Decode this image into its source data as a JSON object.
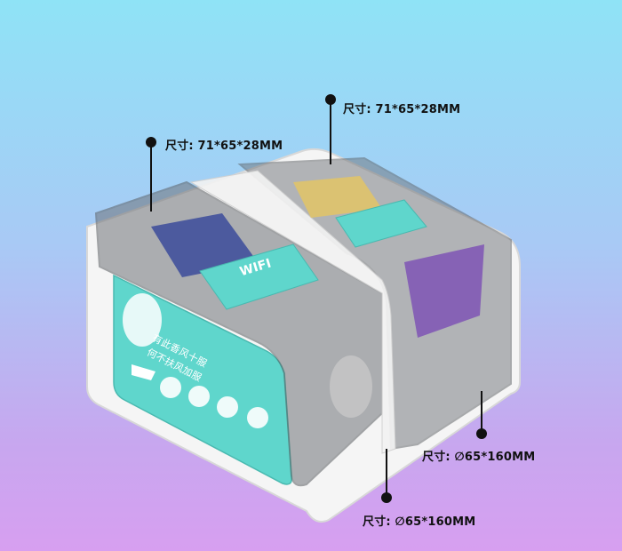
{
  "annotations": [
    {
      "id": "top-right",
      "label": "尺寸:",
      "value": "71*65*28MM"
    },
    {
      "id": "top-left",
      "label": "尺寸:",
      "value": "71*65*28MM"
    },
    {
      "id": "bottom-right",
      "label": "尺寸:",
      "value": "∅65*160MM"
    },
    {
      "id": "bottom-left",
      "label": "尺寸:",
      "value": "∅65*160MM"
    }
  ],
  "product": {
    "front_panel_lines": [
      "有此香风十服",
      "何不扶风加服"
    ],
    "wifi_sign": "WIFI"
  },
  "colors": {
    "bg_top": "#8fe3f6",
    "bg_bottom": "#d79ff0",
    "panel": "#5fd6cc",
    "casing": "#f4f4f4",
    "glass": "#6f7378"
  }
}
